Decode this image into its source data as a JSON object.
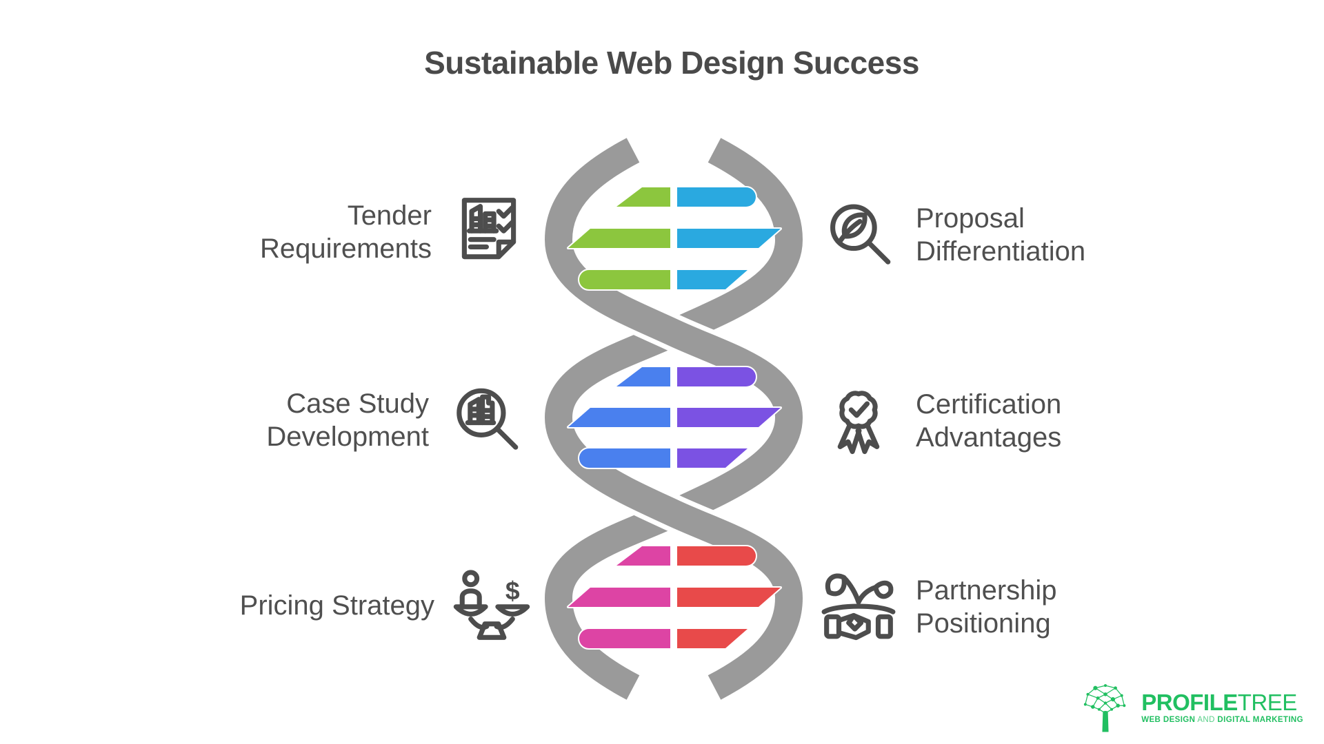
{
  "title": "Sustainable Web Design Success",
  "theme": {
    "title_color": "#4A4A4A",
    "label_color": "#4F4F4F",
    "icon_color": "#4D4D4D",
    "logo_green": "#21BF61",
    "background": "#FFFFFF"
  },
  "items": {
    "left": [
      {
        "label_line1": "Tender",
        "label_line2": "Requirements",
        "icon": "tender-document-icon"
      },
      {
        "label_line1": "Case Study",
        "label_line2": "Development",
        "icon": "case-study-magnifier-icon"
      },
      {
        "label_line1": "Pricing Strategy",
        "label_line2": "",
        "icon": "pricing-scale-icon"
      }
    ],
    "right": [
      {
        "label_line1": "Proposal",
        "label_line2": "Differentiation",
        "icon": "leaf-magnifier-icon"
      },
      {
        "label_line1": "Certification",
        "label_line2": "Advantages",
        "icon": "certification-badge-icon"
      },
      {
        "label_line1": "Partnership",
        "label_line2": "Positioning",
        "icon": "partnership-handshake-icon"
      }
    ]
  },
  "helix": {
    "strand_color": "#9A9A9A",
    "sections": [
      {
        "name": "top",
        "left": "#8CC63E",
        "right": "#2AA9E0"
      },
      {
        "name": "middle",
        "left": "#4A80EE",
        "right": "#7B52E3"
      },
      {
        "name": "bottom",
        "left": "#DD44A4",
        "right": "#E84A4A"
      }
    ]
  },
  "logo": {
    "word_bold": "PROFILE",
    "word_light": "TREE",
    "tagline_part1": "WEB DESIGN",
    "tagline_part2": "AND",
    "tagline_part3": "DIGITAL MARKETING"
  }
}
